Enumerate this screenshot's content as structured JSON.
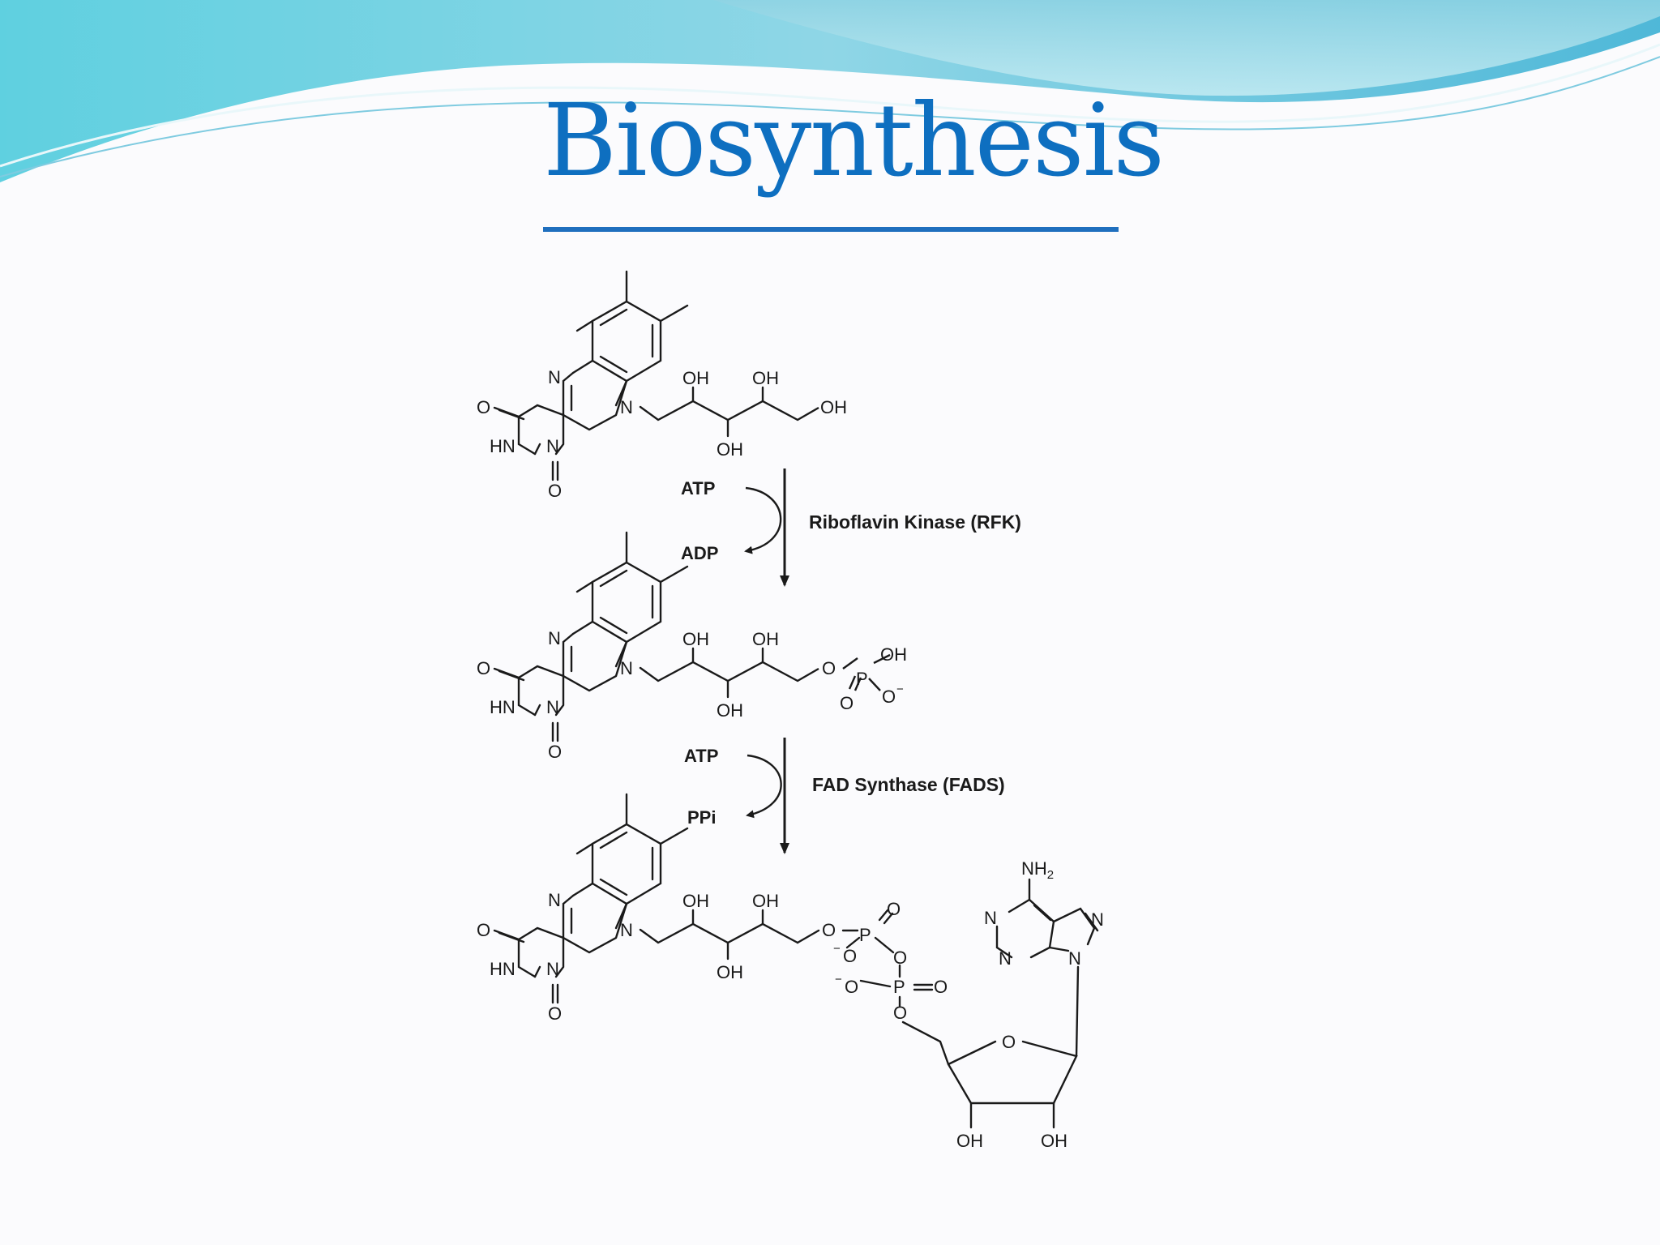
{
  "slide": {
    "title": "Biosynthesis"
  },
  "molecule_riboflavin": {
    "ring_labels": {
      "n_top": "N",
      "n_bridge": "N",
      "carbonyl_o": "O",
      "hn": "HN",
      "n_lower": "N",
      "o_bottom": "O"
    },
    "chain_labels": {
      "oh1": "OH",
      "oh2": "OH",
      "oh3": "OH",
      "oh_terminal": "OH"
    }
  },
  "step1": {
    "cofactor_in": "ATP",
    "cofactor_out": "ADP",
    "enzyme": "Riboflavin Kinase (RFK)"
  },
  "molecule_fmn": {
    "ring_labels": {
      "n_top": "N",
      "n_bridge": "N",
      "carbonyl_o": "O",
      "hn": "HN",
      "n_lower": "N",
      "o_bottom": "O"
    },
    "chain_labels": {
      "oh1": "OH",
      "oh2": "OH",
      "oh3": "OH"
    },
    "phosphate_labels": {
      "ester_o": "O",
      "p": "P",
      "oh": "OH",
      "o_minus": "O",
      "o_double": "O"
    }
  },
  "step2": {
    "cofactor_in": "ATP",
    "cofactor_out": "PPi",
    "enzyme": "FAD Synthase (FADS)"
  },
  "molecule_fad": {
    "ring_labels": {
      "n_top": "N",
      "n_bridge": "N",
      "carbonyl_o": "O",
      "hn": "HN",
      "n_lower": "N",
      "o_bottom": "O"
    },
    "chain_labels": {
      "oh1": "OH",
      "oh2": "OH",
      "oh3": "OH"
    },
    "diphosphate_labels": {
      "o1": "O",
      "p1": "P",
      "o1_double": "O",
      "o1_minus": "O",
      "bridge_o": "O",
      "o2_minus": "O",
      "p2": "P",
      "o2_double": "O",
      "o3": "O"
    },
    "adenine_labels": {
      "nh2": "NH",
      "nh2_sub": "2",
      "n1": "N",
      "n3": "N",
      "n7": "N",
      "n9": "N"
    },
    "ribose_labels": {
      "ring_o": "O",
      "oh_left": "OH",
      "oh_right": "OH"
    }
  }
}
